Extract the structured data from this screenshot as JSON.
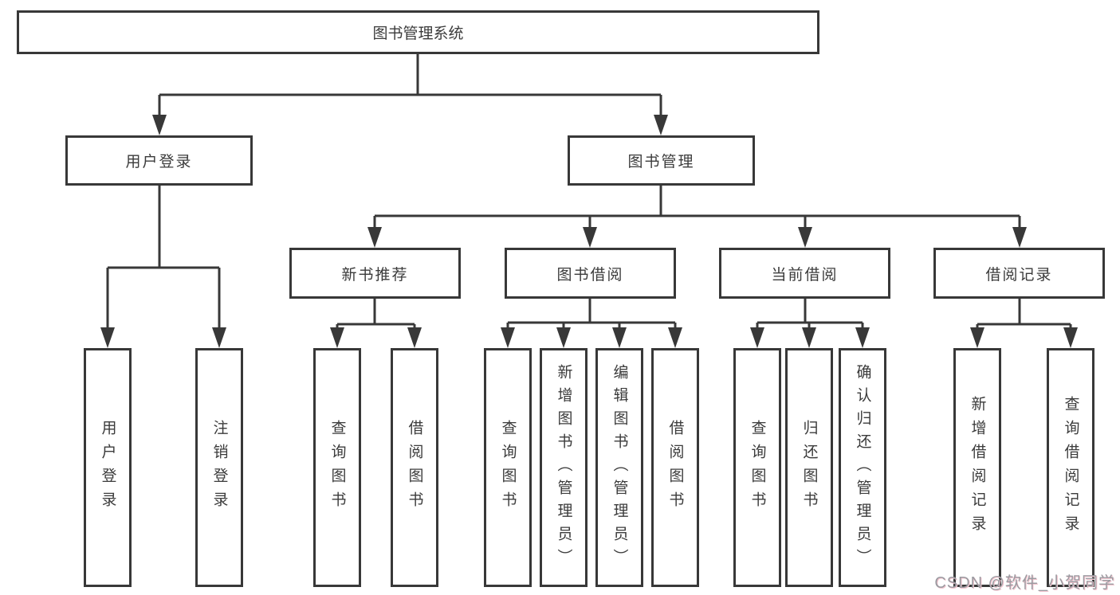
{
  "diagram": {
    "root": {
      "label": "图书管理系统"
    },
    "branches": [
      {
        "label": "用户登录",
        "children": [
          {
            "label": "用户登录"
          },
          {
            "label": "注销登录"
          }
        ]
      },
      {
        "label": "图书管理",
        "children": [
          {
            "label": "新书推荐",
            "children": [
              {
                "label": "查询图书"
              },
              {
                "label": "借阅图书"
              }
            ]
          },
          {
            "label": "图书借阅",
            "children": [
              {
                "label": "查询图书"
              },
              {
                "label": "新增图书（管理员）"
              },
              {
                "label": "编辑图书（管理员）"
              },
              {
                "label": "借阅图书"
              }
            ]
          },
          {
            "label": "当前借阅",
            "children": [
              {
                "label": "查询图书"
              },
              {
                "label": "归还图书"
              },
              {
                "label": "确认归还（管理员）"
              }
            ]
          },
          {
            "label": "借阅记录",
            "children": [
              {
                "label": "新增借阅记录"
              },
              {
                "label": "查询借阅记录"
              }
            ]
          }
        ]
      }
    ]
  },
  "watermark": {
    "text": "CSDN @软件_小贺同学"
  },
  "colors": {
    "line": "#383838",
    "box_border": "#383838",
    "text": "#3b3b3b",
    "watermark_text": "#9b9ba1",
    "watermark_shadow": "#f2c4ce",
    "background": "#ffffff"
  }
}
